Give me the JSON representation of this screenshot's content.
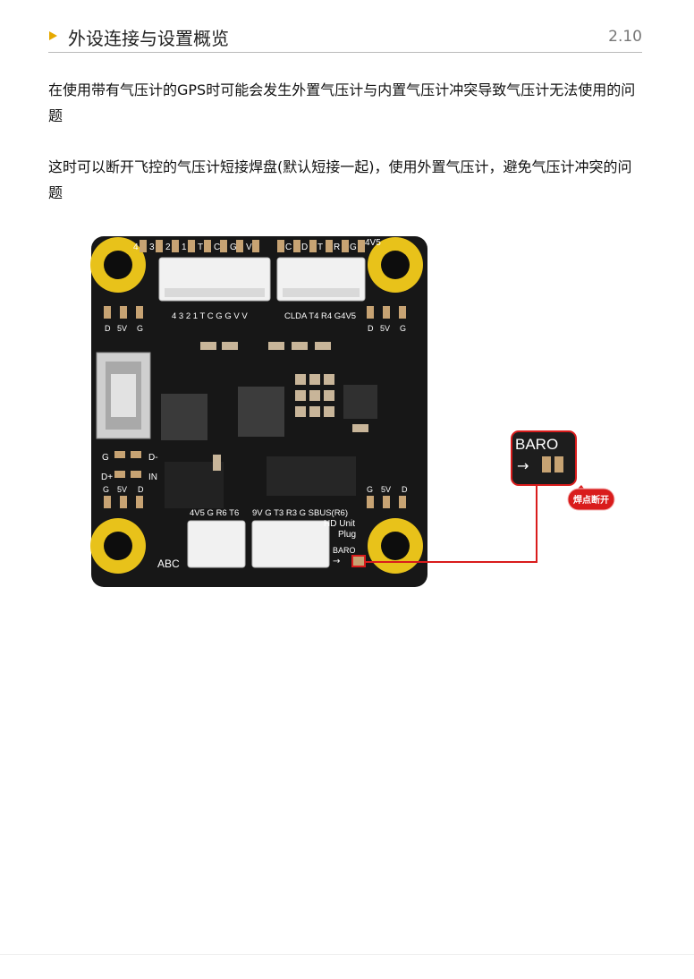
{
  "header": {
    "title": "外设连接与设置概览",
    "section_number": "2.10"
  },
  "paragraphs": [
    "在使用带有气压计的GPS时可能会发生外置气压计与内置气压计冲突导致气压计无法使用的问题",
    "这时可以断开飞控的气压计短接焊盘(默认短接一起)，使用外置气压计，避免气压计冲突的问题"
  ],
  "figure": {
    "top_pin_labels_left": [
      "4",
      "3",
      "2",
      "1",
      "T",
      "C",
      "G",
      "V"
    ],
    "top_pin_labels_right": [
      "C",
      "D",
      "T",
      "R",
      "G",
      "4V5"
    ],
    "conn_label_left": "4 3 2 1 T C G G V V",
    "conn_label_right": "CLDA T4 R4 G4V5",
    "side_pads_left": [
      "D",
      "5V",
      "G"
    ],
    "side_pads_right": [
      "D",
      "5V",
      "G"
    ],
    "left_labels": [
      "G",
      "D-",
      "D+",
      "IN"
    ],
    "bottom_left_pads": [
      "G",
      "5V",
      "D"
    ],
    "bottom_right_pads": [
      "G",
      "5V",
      "D"
    ],
    "bottom_conn_label_left": "4V5 G R6 T6",
    "bottom_conn_label_right": "9V G T3 R3 G SBUS(R6)",
    "hd_unit_label": "HD Unit",
    "plug_label": "Plug",
    "baro_label_small": "BARO",
    "abc_label": "ABC",
    "callout_title": "BARO",
    "callout_badge": "焊点断开",
    "colors": {
      "board": "#171717",
      "gold": "#e8c21a",
      "accent": "#d91c1c",
      "pad": "#c7a373"
    }
  }
}
